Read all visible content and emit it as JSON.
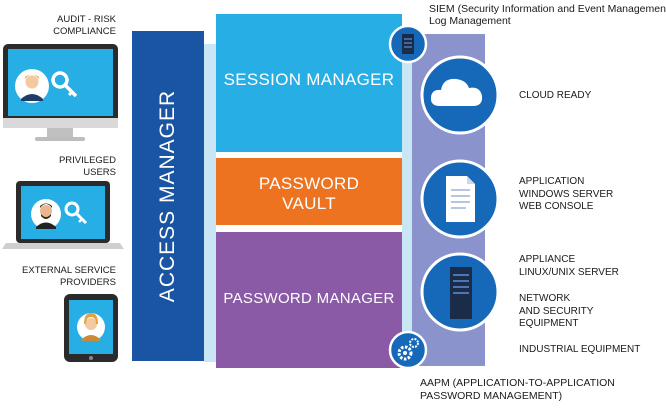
{
  "left_labels": {
    "audit": [
      "AUDIT - RISK",
      "COMPLIANCE"
    ],
    "privileged": [
      "PRIVILEGED",
      "USERS"
    ],
    "external": [
      "EXTERNAL SERVICE",
      "PROVIDERS"
    ]
  },
  "access_manager": "ACCESS MANAGER",
  "session_manager": "SESSION MANAGER",
  "password_vault": [
    "PASSWORD",
    "VAULT"
  ],
  "password_manager": "PASSWORD MANAGER",
  "siem": [
    "SIEM (Security Information and Event Management)",
    "Log Management"
  ],
  "right_labels": {
    "cloud": "CLOUD READY",
    "application": [
      "APPLICATION",
      "WINDOWS SERVER",
      "WEB CONSOLE"
    ],
    "appliance": [
      "APPLIANCE",
      "LINUX/UNIX SERVER"
    ],
    "network": [
      "NETWORK",
      "AND SECURITY",
      "EQUIPMENT"
    ],
    "industrial": "INDUSTRIAL EQUIPMENT"
  },
  "aapm": [
    "AAPM (APPLICATION-TO-APPLICATION",
    "PASSWORD MANAGEMENT)"
  ],
  "colors": {
    "access_manager": "#1a55a3",
    "session_manager": "#27aee5",
    "password_vault": "#ee7320",
    "password_manager": "#8a5aa6",
    "right_panel": "#8b93cc",
    "light_panel": "#c9e6f5",
    "circle_blue": "#1668b8"
  }
}
